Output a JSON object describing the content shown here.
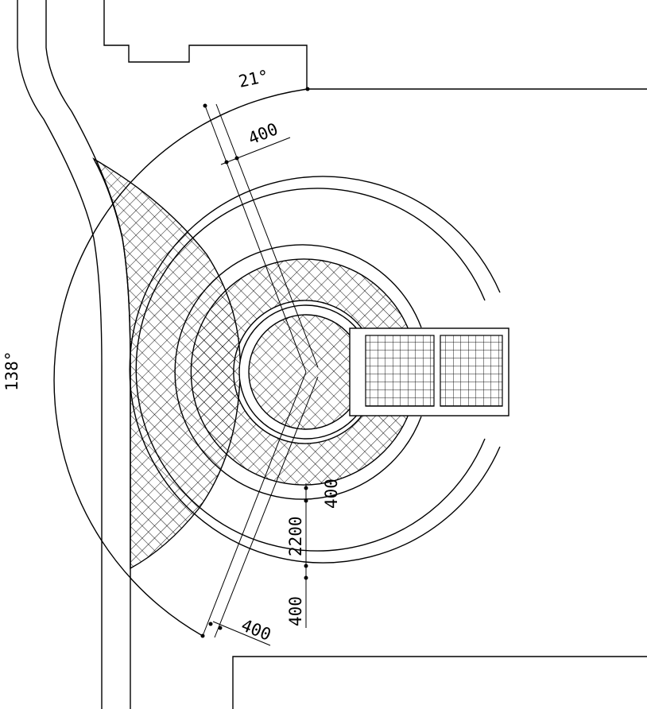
{
  "drawing": {
    "angles": {
      "top": "21°",
      "left": "138°"
    },
    "dimensions": {
      "upper_radial": "400",
      "lower_radial": "400",
      "vertical_inner": "400",
      "vertical_middle": "2200",
      "vertical_outer": "400"
    }
  }
}
